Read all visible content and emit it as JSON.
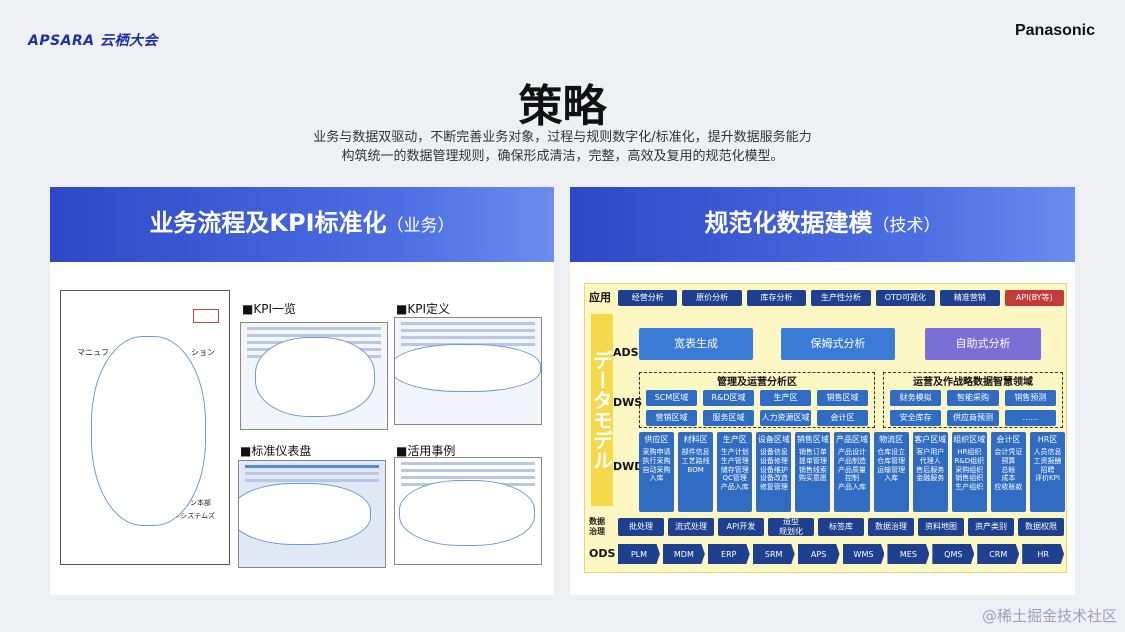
{
  "header": {
    "logo_left": "APSARA 云栖大会",
    "logo_right": "Panasonic",
    "title": "策略",
    "subtitle_1": "业务与数据双驱动，不断完善业务对象，过程与规则数字化/标准化，提升数据服务能力",
    "subtitle_2": "构筑统一的数据管理规则，确保形成清洁，完整，高效及复用的规范化模型。"
  },
  "left_panel": {
    "title": "业务流程及KPI标准化",
    "tag": "（业务）",
    "doc_text_1": "マニュフ",
    "doc_text_2": "ション",
    "doc_text_3": "ーション本部",
    "doc_text_4": "ーションシステムズ",
    "thumb_1": "■KPI一览",
    "thumb_2": "■KPI定义",
    "thumb_3": "■标准仪表盘",
    "thumb_4": "■活用事例"
  },
  "right_panel": {
    "title": "规范化数据建模",
    "tag": "（技术）",
    "vertical_label": "データモデル",
    "row_app": "应用",
    "row_ads": "ADS",
    "row_dws": "DWS",
    "row_dwd": "DWD",
    "row_gov": "数据\n治理",
    "row_ods": "ODS",
    "app_items": [
      "经营分析",
      "原价分析",
      "库存分析",
      "生产性分析",
      "OTD可视化",
      "精准营销",
      "API(BY等)"
    ],
    "ads_items": [
      "宽表生成",
      "保姆式分析",
      "自助式分析"
    ],
    "dws_group_1": "管理及运营分析区",
    "dws_group_2": "运营及作战略数据智慧领域",
    "dws_g1_items": [
      "SCM区域",
      "R&D区域",
      "生产区",
      "销售区域",
      "营销区域",
      "服务区域",
      "人力资源区域",
      "会计区"
    ],
    "dws_g2_items": [
      "财务模拟",
      "智能采购",
      "销售预测",
      "安全库存",
      "供应商预测",
      "……"
    ],
    "dwd_cols": [
      {
        "head": "供应区",
        "body": "采购申请\n执行采购\n自动采购\n入库"
      },
      {
        "head": "材料区",
        "body": "部件信息\n工艺路线\nBOM"
      },
      {
        "head": "生产区",
        "body": "生产计划\n生产管理\n储存管理\nQC管理\n产品入库"
      },
      {
        "head": "设备区域",
        "body": "设备信息\n设备修理\n设备维护\n设备改造\n修复管理"
      },
      {
        "head": "销售区域",
        "body": "销售订单\n提单管理\n销售线索\n购买意愿"
      },
      {
        "head": "产品区域",
        "body": "产品设计\n产品制造\n产品质量\n控制\n产品入库"
      },
      {
        "head": "物流区",
        "body": "仓库设立\n仓库管理\n运输管理\n入库"
      },
      {
        "head": "客户区域",
        "body": "客户用户\n代理人\n售后服务\n金融服务"
      },
      {
        "head": "组织区域",
        "body": "HR组织\nR&D组织\n采购组织\n销售组织\n生产组织"
      },
      {
        "head": "会计区",
        "body": "会计凭证\n预算\n总帐\n成本\n应收账款"
      },
      {
        "head": "HR区",
        "body": "人员信息\n工资报酬\n招聘\n评价KPI"
      }
    ],
    "gov_items": [
      "批处理",
      "流式处理",
      "API开发",
      "造型\n规划化",
      "标签库",
      "数据治理",
      "资料地图",
      "资产类别",
      "数据权限"
    ],
    "ods_items": [
      "PLM",
      "MDM",
      "ERP",
      "SRM",
      "APS",
      "WMS",
      "MES",
      "QMS",
      "CRM",
      "HR"
    ]
  },
  "watermark": "@稀土掘金技术社区"
}
